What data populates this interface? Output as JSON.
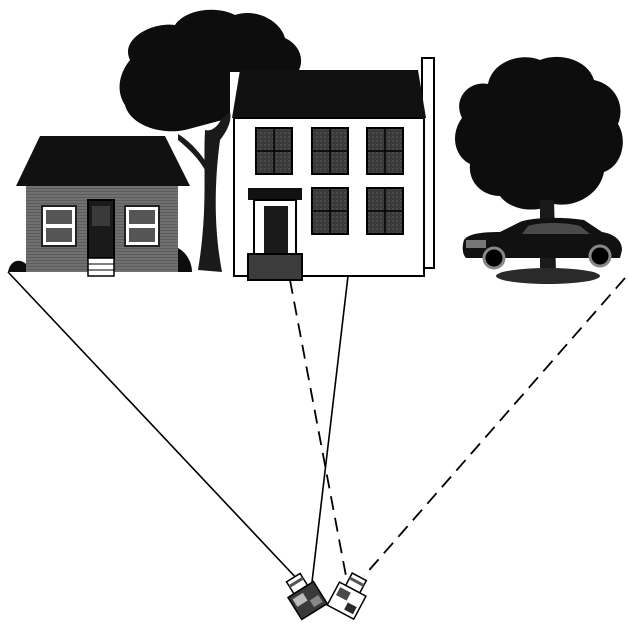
{
  "scene": {
    "objects": [
      "small-house",
      "large-tree",
      "two-story-house",
      "right-tree",
      "car",
      "camera-left",
      "camera-right"
    ],
    "sight_lines": [
      {
        "from": "camera-left",
        "to": "small-house",
        "style": "solid"
      },
      {
        "from": "camera-left",
        "to": "two-story-house",
        "style": "solid"
      },
      {
        "from": "camera-right",
        "to": "two-story-house",
        "style": "dashed"
      },
      {
        "from": "camera-right",
        "to": "car",
        "style": "dashed"
      }
    ],
    "colors": {
      "background": "#ffffff",
      "ink": "#000000",
      "house_siding": "#6e6e6e",
      "house_white": "#ffffff",
      "roof": "#111111",
      "foliage": "#0d0d0d",
      "window_dark": "#2b2b2b"
    }
  }
}
